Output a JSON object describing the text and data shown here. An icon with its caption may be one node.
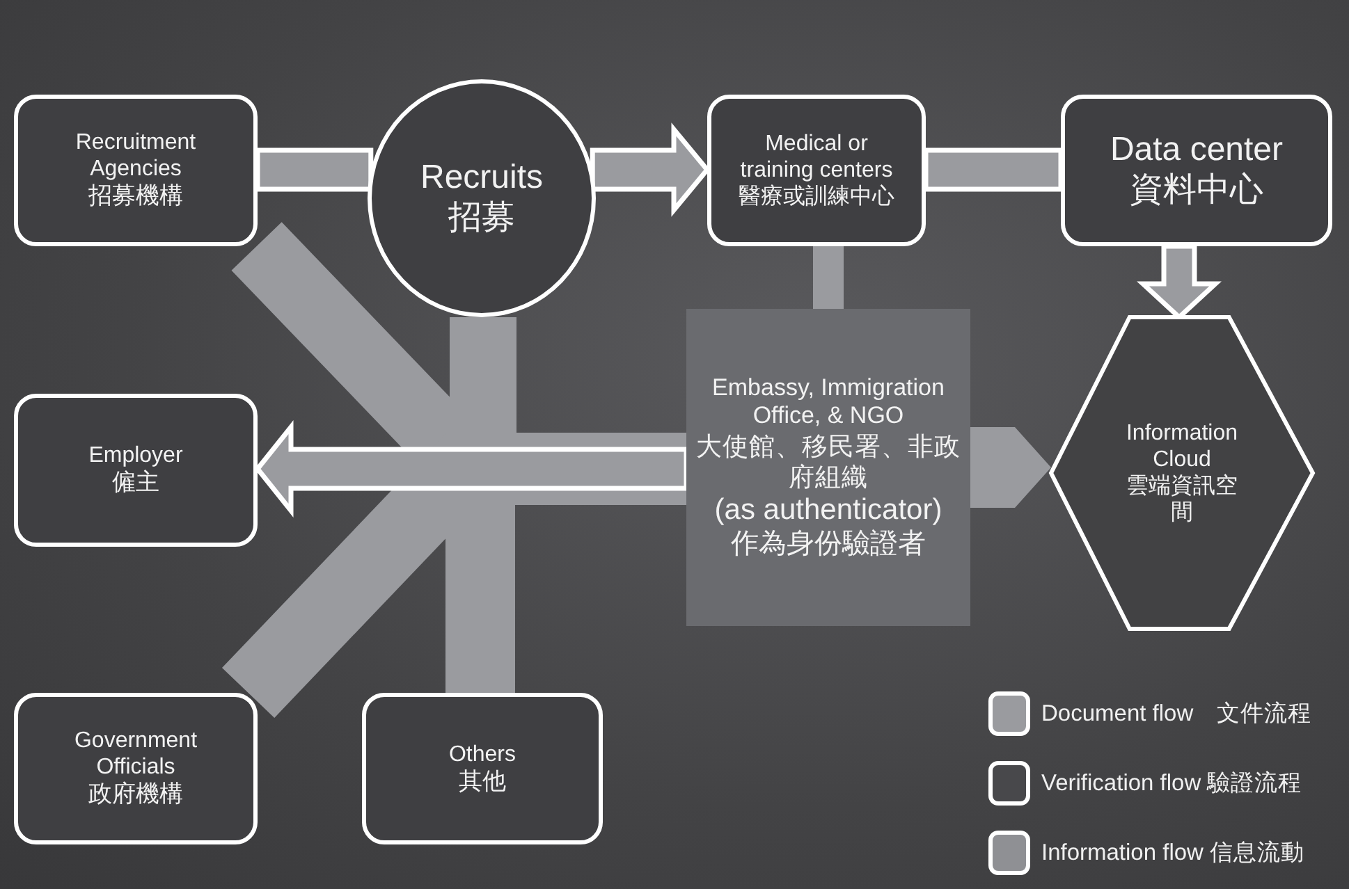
{
  "diagram": {
    "nodes": [
      {
        "text": [
          "Recruitment Agencies",
          "招募機構"
        ]
      },
      {
        "text": [
          "Recruits",
          "招募"
        ]
      },
      {
        "text": [
          "Medical or training centers",
          "醫療或訓練中心"
        ]
      },
      {
        "text": [
          "Data center",
          "資料中心"
        ]
      },
      {
        "text": [
          "Embassy, Immigration Office, & NGO",
          "大使館、移民署、非政府組織",
          "(as authenticator)",
          "作為身份驗證者"
        ]
      },
      {
        "text": [
          "Information Cloud",
          "雲端資訊空間"
        ]
      },
      {
        "text": [
          "Employer",
          "僱主"
        ]
      },
      {
        "text": [
          "Government Officials",
          "政府機構"
        ]
      },
      {
        "text": [
          "Others",
          "其他"
        ]
      }
    ],
    "edges": [
      {
        "from": 0,
        "to": 1,
        "arrow": "none",
        "color": "#ffffff"
      },
      {
        "from": 1,
        "to": 2,
        "arrow": "to",
        "color": "#ffffff"
      },
      {
        "from": 2,
        "to": 3,
        "arrow": "none",
        "color": "#ffffff"
      },
      {
        "from": 3,
        "to": 5,
        "arrow": "to",
        "color": "#ffffff"
      },
      {
        "from": 2,
        "to": 4,
        "arrow": "none"
      },
      {
        "from": 4,
        "to": 5,
        "arrow": "to"
      },
      {
        "from": 4,
        "to": 6,
        "arrow": "to",
        "color": "#ffffff"
      },
      {
        "from": 0,
        "to": 4,
        "arrow": "none"
      },
      {
        "from": 1,
        "to": 4,
        "arrow": "none"
      },
      {
        "from": 7,
        "to": 4,
        "arrow": "none"
      },
      {
        "from": 8,
        "to": 4,
        "arrow": "none"
      }
    ],
    "legend": [
      {
        "text": "Document flow　文件流程",
        "color": "#9a9b9f"
      },
      {
        "text": "Verification flow 驗證流程",
        "color": "#48484b"
      },
      {
        "text": "Information flow 信息流動",
        "color": "#8f9094"
      }
    ]
  }
}
